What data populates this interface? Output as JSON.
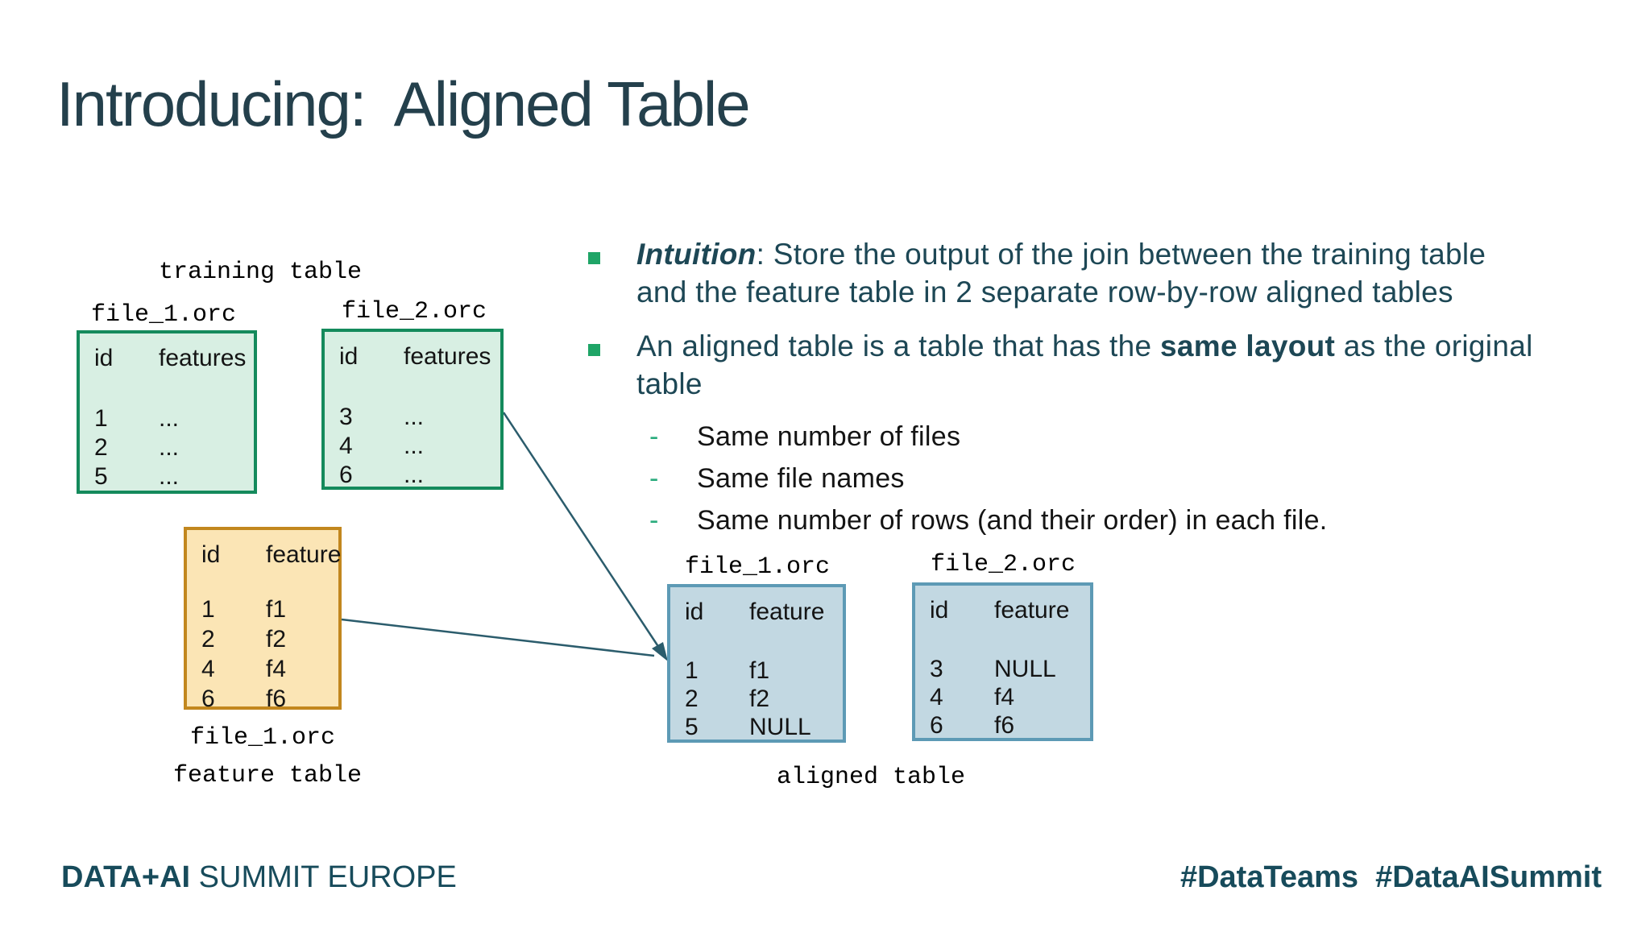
{
  "slide_title": "Introducing:  Aligned Table",
  "content": {
    "bullets": [
      {
        "lead": "Intuition",
        "lead_rest": ": Store the output of the join between the training table",
        "line2": "and the feature table in 2 separate row-by-row aligned tables"
      },
      {
        "pre": "An aligned table is a table that has the ",
        "bold": "same layout",
        "post": " as the original",
        "line2": "table"
      }
    ],
    "sub_bullets": [
      {
        "dash": "-",
        "text": "Same number of files"
      },
      {
        "dash": "-",
        "text": "Same file names"
      },
      {
        "dash": "-",
        "text": "Same number of rows (and their order) in each file."
      }
    ]
  },
  "diagram": {
    "group_labels": {
      "training": "training table",
      "feature": "feature table",
      "aligned": "aligned table"
    },
    "tables": [
      {
        "file": "file_1.orc",
        "col1": "id",
        "col2": "features",
        "rows": [
          [
            "1",
            "..."
          ],
          [
            "2",
            "..."
          ],
          [
            "5",
            "..."
          ]
        ]
      },
      {
        "file": "file_2.orc",
        "col1": "id",
        "col2": "features",
        "rows": [
          [
            "3",
            "..."
          ],
          [
            "4",
            "..."
          ],
          [
            "6",
            "..."
          ]
        ]
      },
      {
        "file": "file_1.orc",
        "col1": "id",
        "col2": "feature",
        "rows": [
          [
            "1",
            "f1"
          ],
          [
            "2",
            "f2"
          ],
          [
            "4",
            "f4"
          ],
          [
            "6",
            "f6"
          ]
        ]
      },
      {
        "file": "file_1.orc",
        "col1": "id",
        "col2": "feature",
        "rows": [
          [
            "1",
            "f1"
          ],
          [
            "2",
            "f2"
          ],
          [
            "5",
            "NULL"
          ]
        ]
      },
      {
        "file": "file_2.orc",
        "col1": "id",
        "col2": "feature",
        "rows": [
          [
            "3",
            "NULL"
          ],
          [
            "4",
            "f4"
          ],
          [
            "6",
            "f6"
          ]
        ]
      }
    ]
  },
  "footer": {
    "brand_bold": "DATA+AI",
    "brand_rest": " SUMMIT EUROPE",
    "hashtags": "#DataTeams  #DataAISummit"
  },
  "colors": {
    "title": "#24404c",
    "bullet_text": "#1d4755",
    "sub_bullet_text": "#141414",
    "bullet_marker": "#1fa567",
    "dash_marker": "#2bac7e",
    "green_border": "#148a5c",
    "green_fill": "#d8efe3",
    "orange_border": "#c2871e",
    "orange_fill": "#fbe5b5",
    "blue_border": "#5d9ab5",
    "blue_fill": "#c2d8e2",
    "arrow": "#2b5c6c",
    "footer": "#174b5b"
  }
}
